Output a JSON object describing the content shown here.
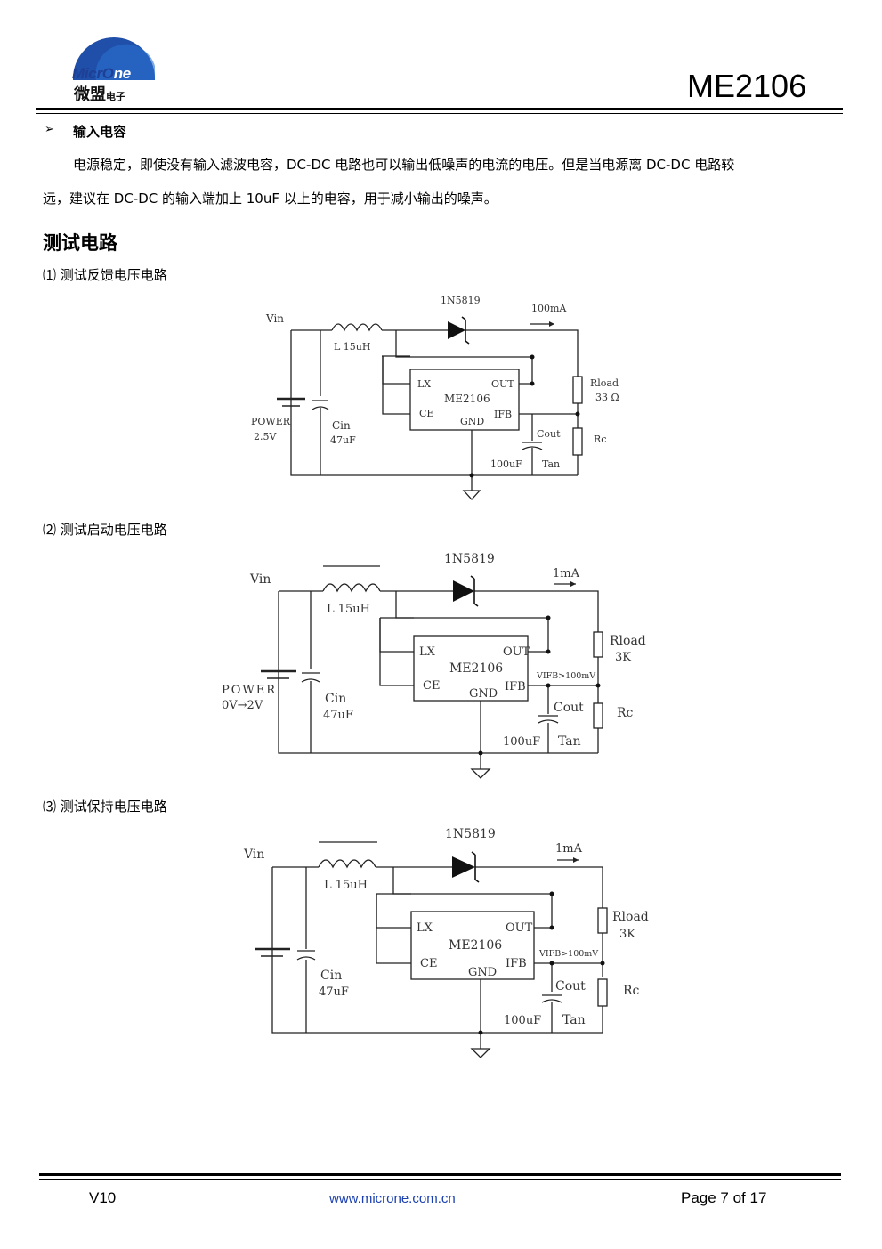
{
  "header": {
    "logo_en_part1": "MicrO",
    "logo_en_part2": "ne",
    "logo_cn": "微盟",
    "logo_cn_small": "电子",
    "doc_title": "ME2106"
  },
  "section_input_cap": {
    "bullet": "➢",
    "title": "输入电容",
    "para1": "电源稳定，即使没有输入滤波电容，DC-DC 电路也可以输出低噪声的电流的电压。但是当电源离 DC-DC 电路较",
    "para2": "远，建议在 DC-DC 的输入端加上 10uF 以上的电容，用于减小输出的噪声。"
  },
  "section_test": {
    "title": "测试电路",
    "circuits": [
      {
        "caption": "⑴ 测试反馈电压电路",
        "vin": "Vin",
        "inductor": "L 15uH",
        "diode": "1N5819",
        "current": "100mA",
        "chip": "ME2106",
        "pin_lx": "LX",
        "pin_out": "OUT",
        "pin_ce": "CE",
        "pin_ifb": "IFB",
        "pin_gnd": "GND",
        "power_1": "POWER",
        "power_2": "2.5V",
        "cin_1": "Cin",
        "cin_2": "47uF",
        "rload_1": "Rload",
        "rload_2": "33 Ω",
        "cout": "Cout",
        "cout_val": "100uF",
        "tan": "Tan",
        "rc": "Rc",
        "vfb": ""
      },
      {
        "caption": "⑵ 测试启动电压电路",
        "vin": "Vin",
        "inductor": "L 15uH",
        "diode": "1N5819",
        "current": "1mA",
        "chip": "ME2106",
        "pin_lx": "LX",
        "pin_out": "OUT",
        "pin_ce": "CE",
        "pin_ifb": "IFB",
        "pin_gnd": "GND",
        "power_1": "POWER",
        "power_2": "0V→2V",
        "cin_1": "Cin",
        "cin_2": "47uF",
        "rload_1": "Rload",
        "rload_2": "3K",
        "cout": "Cout",
        "cout_val": "100uF",
        "tan": "Tan",
        "rc": "Rc",
        "vfb": "VIFB>100mV"
      },
      {
        "caption": "⑶ 测试保持电压电路",
        "vin": "Vin",
        "inductor": "L 15uH",
        "diode": "1N5819",
        "current": "1mA",
        "chip": "ME2106",
        "pin_lx": "LX",
        "pin_out": "OUT",
        "pin_ce": "CE",
        "pin_ifb": "IFB",
        "pin_gnd": "GND",
        "power_1": "",
        "power_2": "",
        "cin_1": "Cin",
        "cin_2": "47uF",
        "rload_1": "Rload",
        "rload_2": "3K",
        "cout": "Cout",
        "cout_val": "100uF",
        "tan": "Tan",
        "rc": "Rc",
        "vfb": "VIFB>100mV"
      }
    ]
  },
  "footer": {
    "version": "V10",
    "url": "www.microne.com.cn",
    "page": "Page 7 of 17"
  },
  "colors": {
    "logo_blue": "#1f3f95",
    "link_blue": "#1a3fb0"
  }
}
